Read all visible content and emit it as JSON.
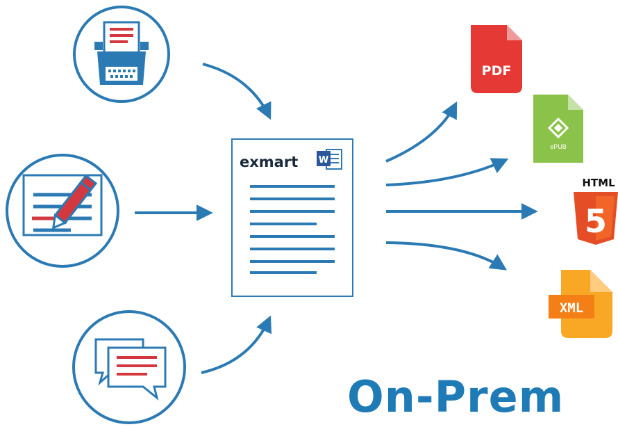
{
  "colors": {
    "primary_blue": "#2b7ab4",
    "accent_red": "#d3383f",
    "pdf_red": "#e53935",
    "epub_green": "#8bc34a",
    "html_orange": "#e44d26",
    "xml_amber": "#f9a825"
  },
  "inputs": [
    {
      "name": "typewriter",
      "icon": "typewriter-icon"
    },
    {
      "name": "editing",
      "icon": "pen-edit-icon"
    },
    {
      "name": "chat",
      "icon": "chat-bubbles-icon"
    }
  ],
  "document": {
    "brand_text": "exmart",
    "word_badge": "W"
  },
  "outputs": {
    "pdf": "PDF",
    "epub": "ePUB",
    "html": "HTML",
    "html_badge": "5",
    "xml": "XML"
  },
  "headline": "On-Prem"
}
